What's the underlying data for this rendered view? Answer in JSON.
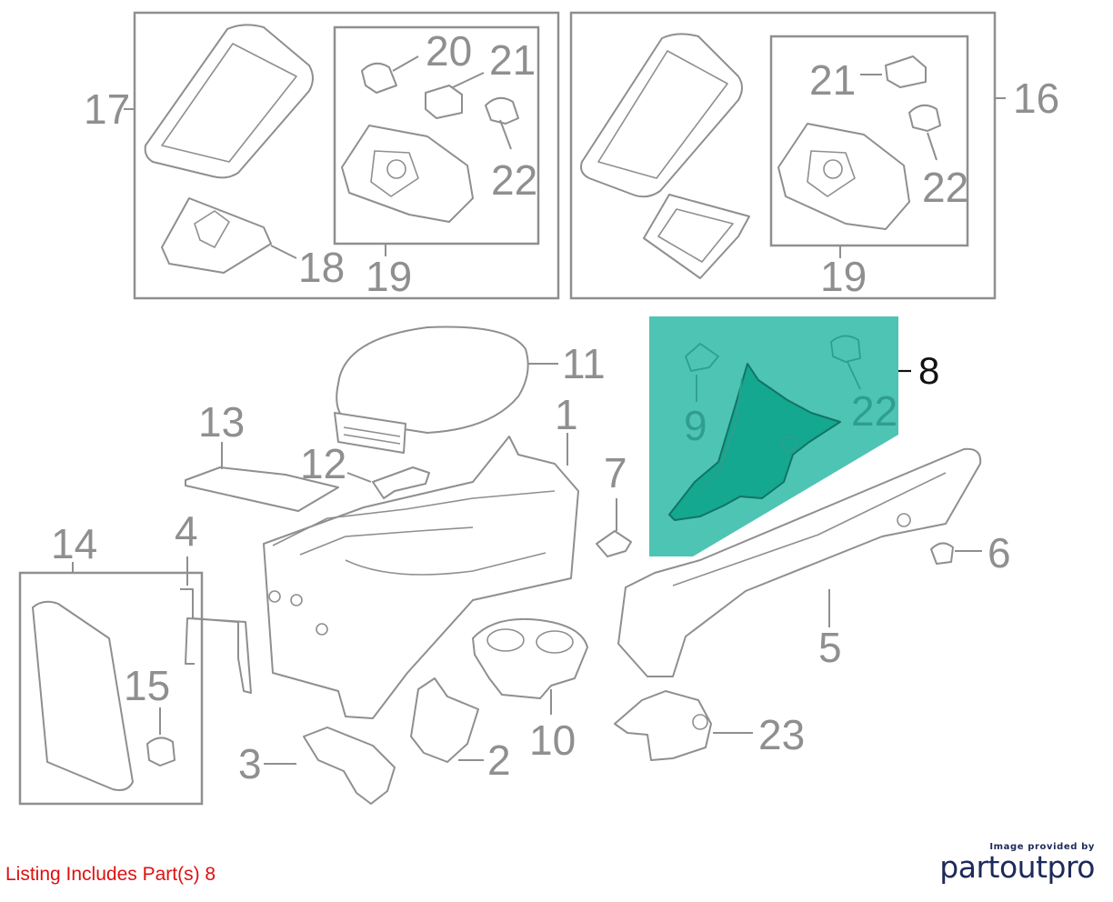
{
  "diagram": {
    "callouts": {
      "c1": "1",
      "c2": "2",
      "c3": "3",
      "c4": "4",
      "c5": "5",
      "c6": "6",
      "c7": "7",
      "c8": "8",
      "c9": "9",
      "c10": "10",
      "c11": "11",
      "c12": "12",
      "c13": "13",
      "c14": "14",
      "c15": "15",
      "c16": "16",
      "c17": "17",
      "c18": "18",
      "c19a": "19",
      "c19b": "19",
      "c20": "20",
      "c21a": "21",
      "c21b": "21",
      "c22a": "22",
      "c22b": "22",
      "c22c": "22",
      "c23": "23"
    },
    "highlight_color": "#4ec4b4",
    "line_color": "#8f8f8f"
  },
  "caption": "Listing Includes Part(s) 8",
  "brand": {
    "tagline": "Image provided by",
    "name": "partoutpro"
  }
}
